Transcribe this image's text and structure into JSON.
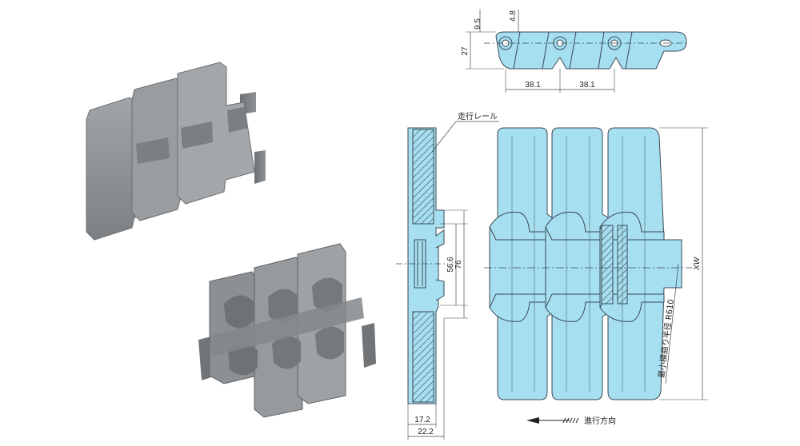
{
  "colors": {
    "part_fill": "#a6dff0",
    "part_stroke": "#3a4a55",
    "photo_gray": "#8a8d90",
    "hatch": "#3a4a55",
    "line": "#222222"
  },
  "dimensions": {
    "top_view": {
      "pitch_a": "38.1",
      "pitch_b": "38.1",
      "height": "27",
      "offset_top": "9.5",
      "pin_offset": "4.8"
    },
    "section": {
      "hole_inner": "56.6",
      "hole_outer": "76",
      "thickness_inner": "17.2",
      "thickness_outer": "22.2"
    },
    "plan": {
      "width": "XW"
    }
  },
  "labels": {
    "rail": "走行レール",
    "min_radius": "最小横曲り半径 R610",
    "direction": "進行方向"
  }
}
